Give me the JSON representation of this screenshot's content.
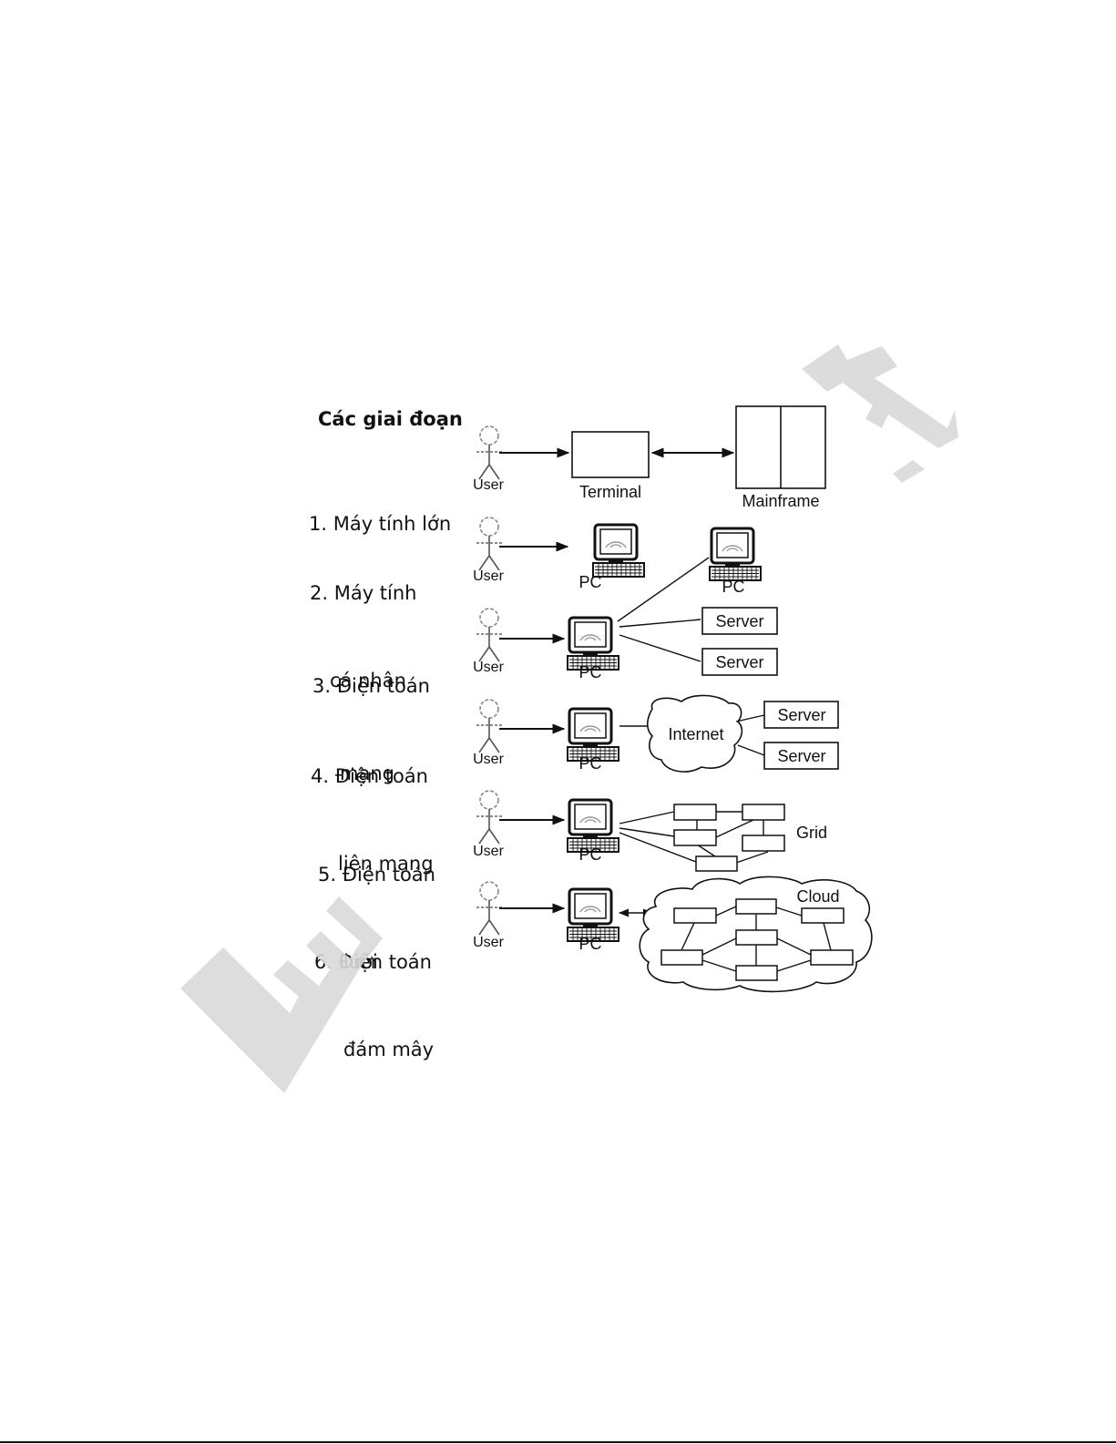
{
  "heading": "Các giai đoạn",
  "stages": [
    {
      "number": "1.",
      "line1": "1. Máy tính lớn",
      "line2": ""
    },
    {
      "number": "2.",
      "line1": "2. Máy tính",
      "line2": "cá nhân"
    },
    {
      "number": "3.",
      "line1": "3. Điện toán",
      "line2": "mạng"
    },
    {
      "number": "4.",
      "line1": "4. Điện toán",
      "line2": "liên mạng"
    },
    {
      "number": "5.",
      "line1": "5. Điện toán",
      "line2": "lưới"
    },
    {
      "number": "6.",
      "line1": "6. Điện toán",
      "line2": "đám mây"
    }
  ],
  "labels": {
    "user": "User",
    "terminal": "Terminal",
    "mainframe": "Mainframe",
    "pc": "PC",
    "server": "Server",
    "internet": "Internet",
    "grid": "Grid",
    "cloud": "Cloud"
  },
  "watermark": {
    "color": "#d9d9d9"
  }
}
